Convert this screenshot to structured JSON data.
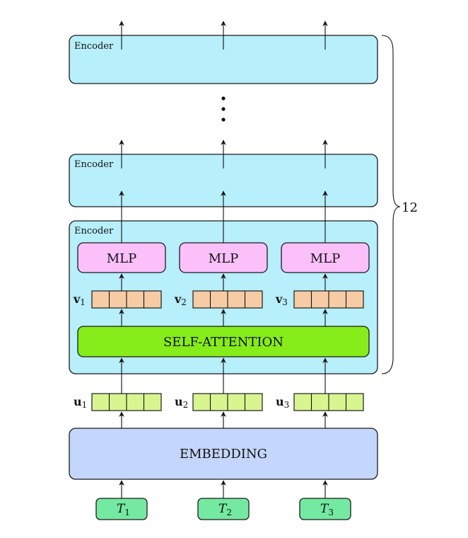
{
  "encoder_label": "Encoder",
  "mlp_label": "MLP",
  "self_attention_label": "SELF-ATTENTION",
  "embedding_label": "EMBEDDING",
  "layer_count_label": "12",
  "v_vectors": [
    {
      "sym": "v",
      "sub": "1"
    },
    {
      "sym": "v",
      "sub": "2"
    },
    {
      "sym": "v",
      "sub": "3"
    }
  ],
  "u_vectors": [
    {
      "sym": "u",
      "sub": "1"
    },
    {
      "sym": "u",
      "sub": "2"
    },
    {
      "sym": "u",
      "sub": "3"
    }
  ],
  "tokens": [
    {
      "sym": "T",
      "sub": "1"
    },
    {
      "sym": "T",
      "sub": "2"
    },
    {
      "sym": "T",
      "sub": "3"
    }
  ],
  "colors": {
    "encoder": "#b7effb",
    "mlp": "#fbc0fa",
    "self_attention": "#86ec1a",
    "embedding": "#c4d6fb",
    "token": "#74e9a1",
    "v_vector": "#f7cca5",
    "u_vector": "#d8f590"
  }
}
